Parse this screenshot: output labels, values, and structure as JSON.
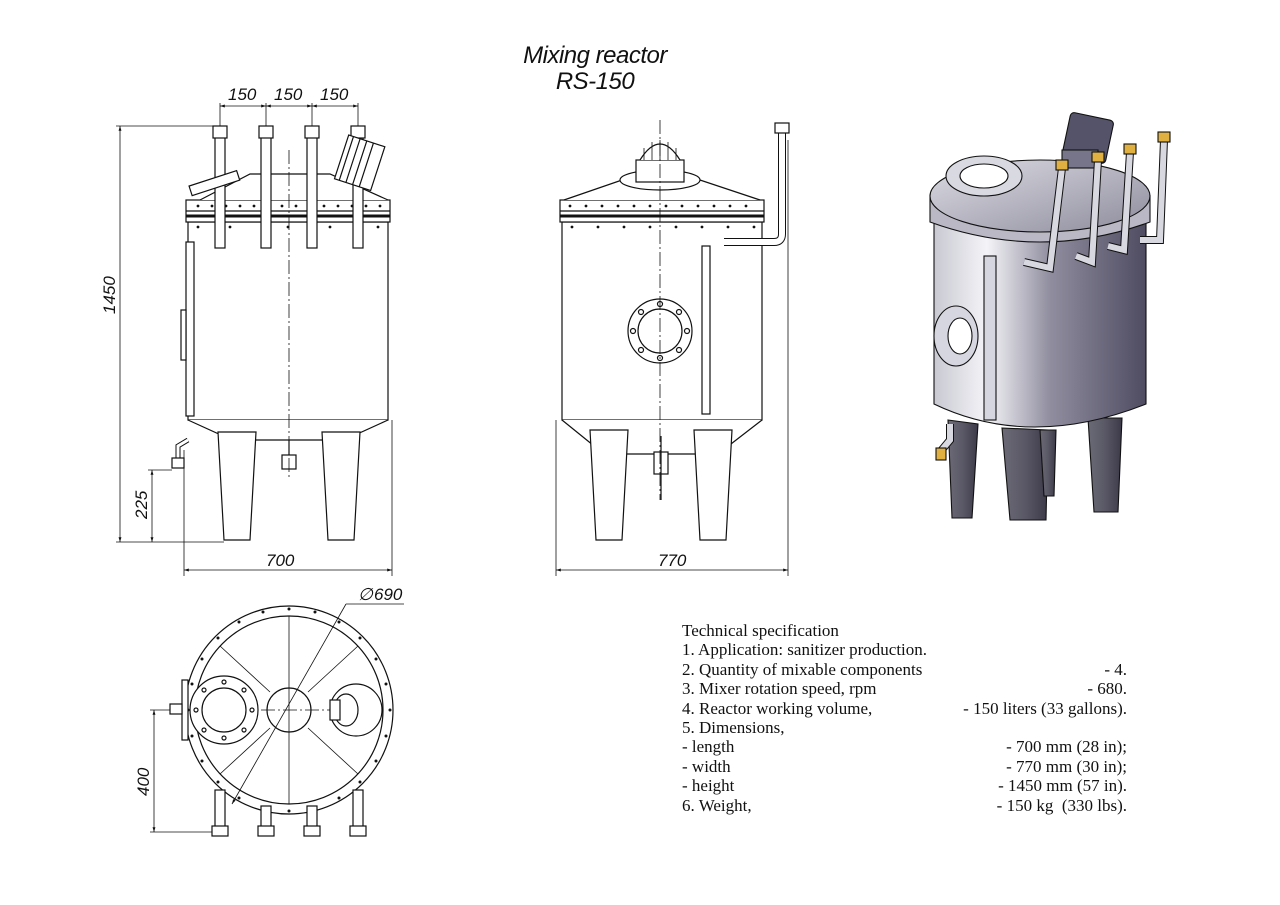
{
  "title": {
    "line1": "Mixing reactor",
    "line2": "RS-150"
  },
  "dimensions": {
    "top_spacing": [
      "150",
      "150",
      "150"
    ],
    "height": "1450",
    "leg_height": "225",
    "length": "700",
    "width": "770",
    "diameter_symbol": "∅",
    "diameter_value": "690",
    "plan_offset": "400"
  },
  "spec": {
    "title": "Technical specification",
    "rows": [
      {
        "label": "1. Application: sanitizer production.",
        "value": ""
      },
      {
        "label": "2. Quantity of mixable components",
        "value": "- 4."
      },
      {
        "label": "3. Mixer rotation speed, rpm",
        "value": "- 680."
      },
      {
        "label": "4. Reactor working volume,",
        "value": "- 150 liters (33 gallons)."
      },
      {
        "label": "5. Dimensions,",
        "value": ""
      },
      {
        "label": "- length",
        "value": "- 700 mm (28 in);"
      },
      {
        "label": "- width",
        "value": "- 770 mm (30 in);"
      },
      {
        "label": "- height",
        "value": "- 1450 mm (57 in)."
      },
      {
        "label": "6. Weight,",
        "value": "- 150 kg  (330 lbs)."
      }
    ]
  }
}
